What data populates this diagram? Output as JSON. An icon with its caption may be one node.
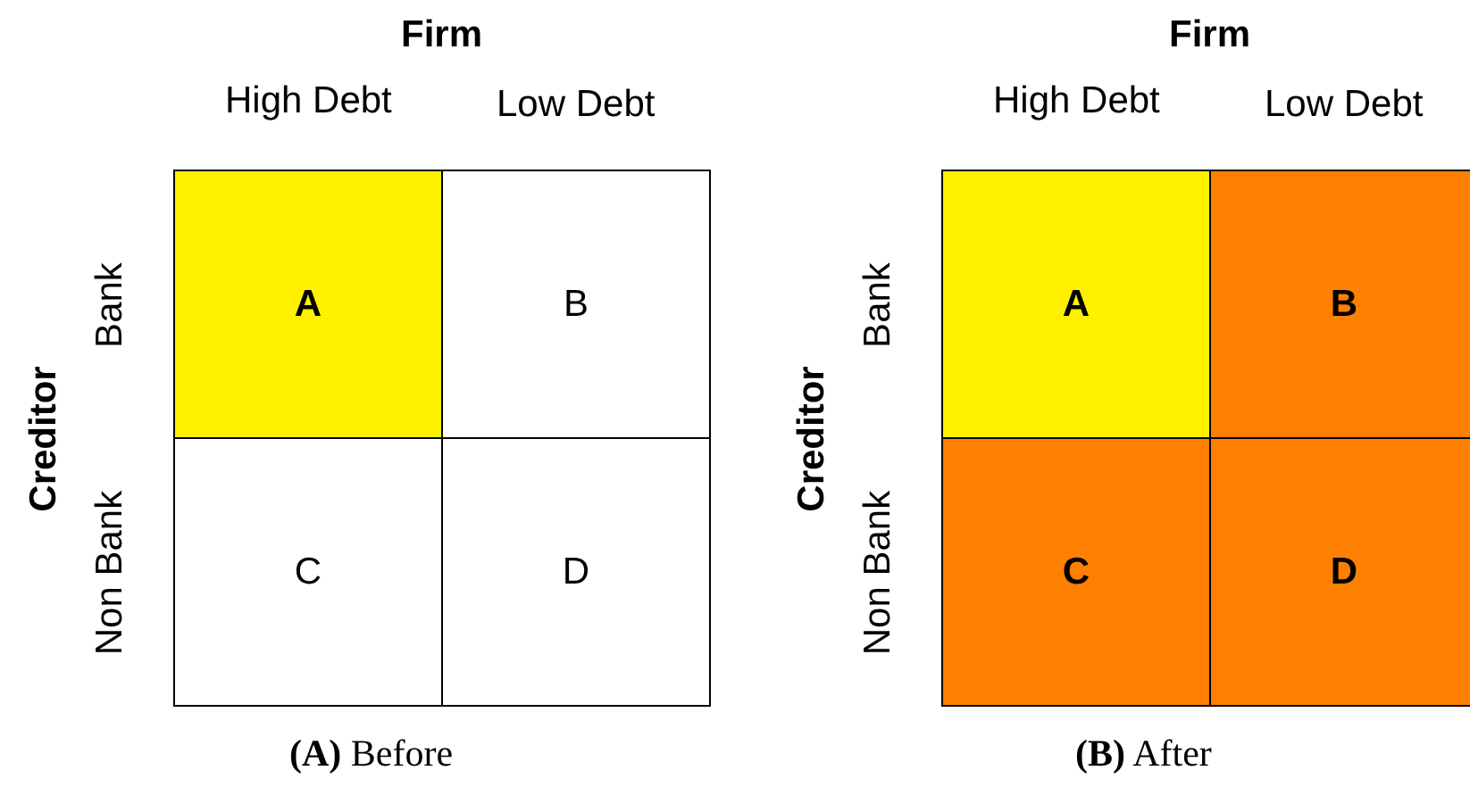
{
  "diagram": {
    "nodes": [
      {
        "text": [
          "A"
        ]
      },
      {
        "text": [
          "B"
        ]
      },
      {
        "text": [
          "C"
        ]
      },
      {
        "text": [
          "D"
        ]
      },
      {
        "text": [
          "A"
        ]
      },
      {
        "text": [
          "B"
        ]
      },
      {
        "text": [
          "C"
        ]
      },
      {
        "text": [
          "D"
        ]
      }
    ],
    "edges": [],
    "labels": [
      "Firm",
      "Firm",
      "High Debt",
      "Low Debt",
      "High Debt",
      "Low Debt",
      "Creditor",
      "Bank",
      "Non Bank",
      "Creditor",
      "Bank",
      "Non Bank",
      "**(A)** Before",
      "**(B)** After"
    ]
  }
}
